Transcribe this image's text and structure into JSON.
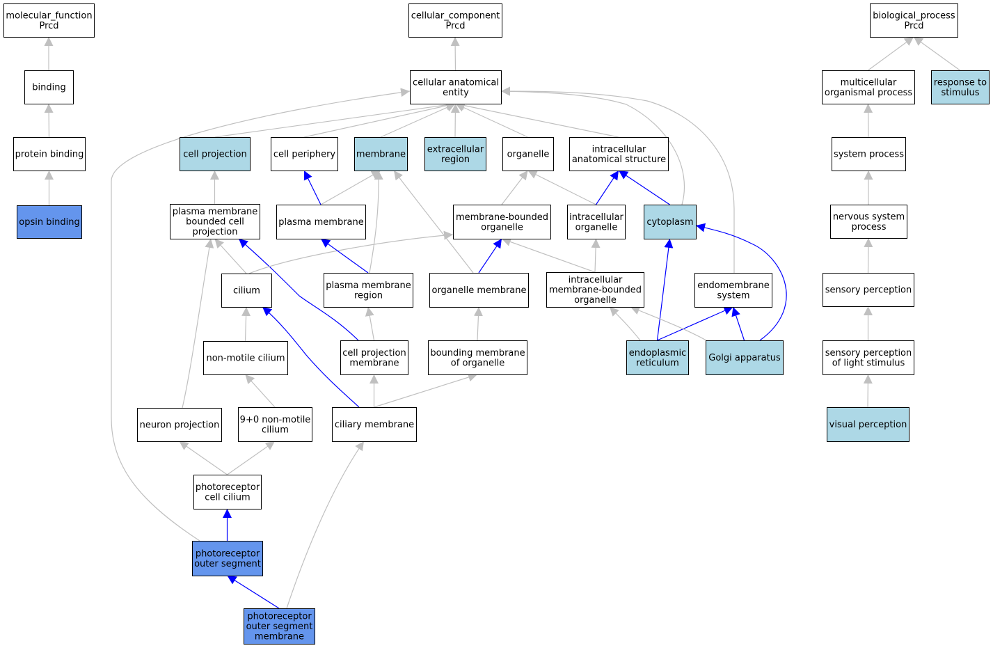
{
  "colors": {
    "default_fill": "#ffffff",
    "term_fill": "#add8e6",
    "query_fill": "#6495ed",
    "edge_is_a": "#c0c0c0",
    "edge_part_of": "#0000ff"
  },
  "nodes": [
    {
      "id": "mf",
      "lines": [
        "molecular_function",
        "Prcd"
      ],
      "style": "default"
    },
    {
      "id": "binding",
      "lines": [
        "binding"
      ],
      "style": "default"
    },
    {
      "id": "protein_binding",
      "lines": [
        "protein binding"
      ],
      "style": "default"
    },
    {
      "id": "opsin_binding",
      "lines": [
        "opsin binding"
      ],
      "style": "query"
    },
    {
      "id": "cc",
      "lines": [
        "cellular_component",
        "Prcd"
      ],
      "style": "default"
    },
    {
      "id": "cae",
      "lines": [
        "cellular anatomical",
        "entity"
      ],
      "style": "default"
    },
    {
      "id": "cell_projection",
      "lines": [
        "cell projection"
      ],
      "style": "term"
    },
    {
      "id": "cell_periphery",
      "lines": [
        "cell periphery"
      ],
      "style": "default"
    },
    {
      "id": "membrane",
      "lines": [
        "membrane"
      ],
      "style": "term"
    },
    {
      "id": "extracellular_region",
      "lines": [
        "extracellular",
        "region"
      ],
      "style": "term"
    },
    {
      "id": "organelle",
      "lines": [
        "organelle"
      ],
      "style": "default"
    },
    {
      "id": "ias",
      "lines": [
        "intracellular",
        "anatomical structure"
      ],
      "style": "default"
    },
    {
      "id": "pmbcp",
      "lines": [
        "plasma membrane",
        "bounded cell",
        "projection"
      ],
      "style": "default"
    },
    {
      "id": "plasma_membrane",
      "lines": [
        "plasma membrane"
      ],
      "style": "default"
    },
    {
      "id": "mbo",
      "lines": [
        "membrane-bounded",
        "organelle"
      ],
      "style": "default"
    },
    {
      "id": "intracellular_organelle",
      "lines": [
        "intracellular",
        "organelle"
      ],
      "style": "default"
    },
    {
      "id": "cytoplasm",
      "lines": [
        "cytoplasm"
      ],
      "style": "term"
    },
    {
      "id": "cilium",
      "lines": [
        "cilium"
      ],
      "style": "default"
    },
    {
      "id": "pmr",
      "lines": [
        "plasma membrane",
        "region"
      ],
      "style": "default"
    },
    {
      "id": "organelle_membrane",
      "lines": [
        "organelle membrane"
      ],
      "style": "default"
    },
    {
      "id": "imbo",
      "lines": [
        "intracellular",
        "membrane-bounded",
        "organelle"
      ],
      "style": "default"
    },
    {
      "id": "endomembrane",
      "lines": [
        "endomembrane",
        "system"
      ],
      "style": "default"
    },
    {
      "id": "non_motile_cilium",
      "lines": [
        "non-motile cilium"
      ],
      "style": "default"
    },
    {
      "id": "cpm",
      "lines": [
        "cell projection",
        "membrane"
      ],
      "style": "default"
    },
    {
      "id": "bmo",
      "lines": [
        "bounding membrane",
        "of organelle"
      ],
      "style": "default"
    },
    {
      "id": "er",
      "lines": [
        "endoplasmic",
        "reticulum"
      ],
      "style": "term"
    },
    {
      "id": "golgi",
      "lines": [
        "Golgi apparatus"
      ],
      "style": "term"
    },
    {
      "id": "neuron_projection",
      "lines": [
        "neuron projection"
      ],
      "style": "default"
    },
    {
      "id": "nine_zero",
      "lines": [
        "9+0 non-motile",
        "cilium"
      ],
      "style": "default"
    },
    {
      "id": "ciliary_membrane",
      "lines": [
        "ciliary membrane"
      ],
      "style": "default"
    },
    {
      "id": "pcc",
      "lines": [
        "photoreceptor",
        "cell cilium"
      ],
      "style": "default"
    },
    {
      "id": "pos",
      "lines": [
        "photoreceptor",
        "outer segment"
      ],
      "style": "query"
    },
    {
      "id": "posm",
      "lines": [
        "photoreceptor",
        "outer segment",
        "membrane"
      ],
      "style": "query"
    },
    {
      "id": "bp",
      "lines": [
        "biological_process",
        "Prcd"
      ],
      "style": "default"
    },
    {
      "id": "mop",
      "lines": [
        "multicellular",
        "organismal process"
      ],
      "style": "default"
    },
    {
      "id": "rts",
      "lines": [
        "response to",
        "stimulus"
      ],
      "style": "term"
    },
    {
      "id": "system_process",
      "lines": [
        "system process"
      ],
      "style": "default"
    },
    {
      "id": "nsp",
      "lines": [
        "nervous system",
        "process"
      ],
      "style": "default"
    },
    {
      "id": "sensory_perception",
      "lines": [
        "sensory perception"
      ],
      "style": "default"
    },
    {
      "id": "spls",
      "lines": [
        "sensory perception",
        "of light stimulus"
      ],
      "style": "default"
    },
    {
      "id": "visual_perception",
      "lines": [
        "visual perception"
      ],
      "style": "term"
    }
  ],
  "edges": [
    {
      "from": "binding",
      "to": "mf",
      "type": "is_a"
    },
    {
      "from": "protein_binding",
      "to": "binding",
      "type": "is_a"
    },
    {
      "from": "opsin_binding",
      "to": "protein_binding",
      "type": "is_a"
    },
    {
      "from": "cae",
      "to": "cc",
      "type": "is_a"
    },
    {
      "from": "cell_projection",
      "to": "cae",
      "type": "is_a"
    },
    {
      "from": "cell_periphery",
      "to": "cae",
      "type": "is_a"
    },
    {
      "from": "membrane",
      "to": "cae",
      "type": "is_a"
    },
    {
      "from": "extracellular_region",
      "to": "cae",
      "type": "is_a"
    },
    {
      "from": "organelle",
      "to": "cae",
      "type": "is_a"
    },
    {
      "from": "ias",
      "to": "cae",
      "type": "is_a"
    },
    {
      "from": "cytoplasm",
      "to": "cae",
      "type": "is_a"
    },
    {
      "from": "endomembrane",
      "to": "cae",
      "type": "is_a"
    },
    {
      "from": "pos",
      "to": "cae",
      "type": "is_a"
    },
    {
      "from": "pmbcp",
      "to": "cell_projection",
      "type": "is_a"
    },
    {
      "from": "plasma_membrane",
      "to": "cell_periphery",
      "type": "part_of"
    },
    {
      "from": "plasma_membrane",
      "to": "membrane",
      "type": "is_a"
    },
    {
      "from": "pmr",
      "to": "membrane",
      "type": "is_a"
    },
    {
      "from": "organelle_membrane",
      "to": "membrane",
      "type": "is_a"
    },
    {
      "from": "mbo",
      "to": "organelle",
      "type": "is_a"
    },
    {
      "from": "intracellular_organelle",
      "to": "organelle",
      "type": "is_a"
    },
    {
      "from": "intracellular_organelle",
      "to": "ias",
      "type": "part_of"
    },
    {
      "from": "cytoplasm",
      "to": "ias",
      "type": "part_of"
    },
    {
      "from": "cilium",
      "to": "pmbcp",
      "type": "is_a"
    },
    {
      "from": "cpm",
      "to": "pmbcp",
      "type": "part_of"
    },
    {
      "from": "neuron_projection",
      "to": "pmbcp",
      "type": "is_a"
    },
    {
      "from": "cilium",
      "to": "mbo",
      "type": "is_a"
    },
    {
      "from": "pmr",
      "to": "plasma_membrane",
      "type": "part_of"
    },
    {
      "from": "organelle_membrane",
      "to": "mbo",
      "type": "part_of"
    },
    {
      "from": "imbo",
      "to": "mbo",
      "type": "is_a"
    },
    {
      "from": "imbo",
      "to": "intracellular_organelle",
      "type": "is_a"
    },
    {
      "from": "er",
      "to": "cytoplasm",
      "type": "part_of"
    },
    {
      "from": "golgi",
      "to": "cytoplasm",
      "type": "part_of"
    },
    {
      "from": "er",
      "to": "endomembrane",
      "type": "part_of"
    },
    {
      "from": "golgi",
      "to": "endomembrane",
      "type": "part_of"
    },
    {
      "from": "er",
      "to": "imbo",
      "type": "is_a"
    },
    {
      "from": "golgi",
      "to": "imbo",
      "type": "is_a"
    },
    {
      "from": "non_motile_cilium",
      "to": "cilium",
      "type": "is_a"
    },
    {
      "from": "ciliary_membrane",
      "to": "cilium",
      "type": "part_of"
    },
    {
      "from": "cpm",
      "to": "pmr",
      "type": "is_a"
    },
    {
      "from": "bmo",
      "to": "organelle_membrane",
      "type": "is_a"
    },
    {
      "from": "nine_zero",
      "to": "non_motile_cilium",
      "type": "is_a"
    },
    {
      "from": "ciliary_membrane",
      "to": "cpm",
      "type": "is_a"
    },
    {
      "from": "ciliary_membrane",
      "to": "bmo",
      "type": "is_a"
    },
    {
      "from": "pcc",
      "to": "neuron_projection",
      "type": "is_a"
    },
    {
      "from": "pcc",
      "to": "nine_zero",
      "type": "is_a"
    },
    {
      "from": "pos",
      "to": "pcc",
      "type": "part_of"
    },
    {
      "from": "posm",
      "to": "pos",
      "type": "part_of"
    },
    {
      "from": "posm",
      "to": "ciliary_membrane",
      "type": "is_a"
    },
    {
      "from": "mop",
      "to": "bp",
      "type": "is_a"
    },
    {
      "from": "rts",
      "to": "bp",
      "type": "is_a"
    },
    {
      "from": "system_process",
      "to": "mop",
      "type": "is_a"
    },
    {
      "from": "nsp",
      "to": "system_process",
      "type": "is_a"
    },
    {
      "from": "sensory_perception",
      "to": "nsp",
      "type": "is_a"
    },
    {
      "from": "spls",
      "to": "sensory_perception",
      "type": "is_a"
    },
    {
      "from": "visual_perception",
      "to": "spls",
      "type": "is_a"
    }
  ]
}
